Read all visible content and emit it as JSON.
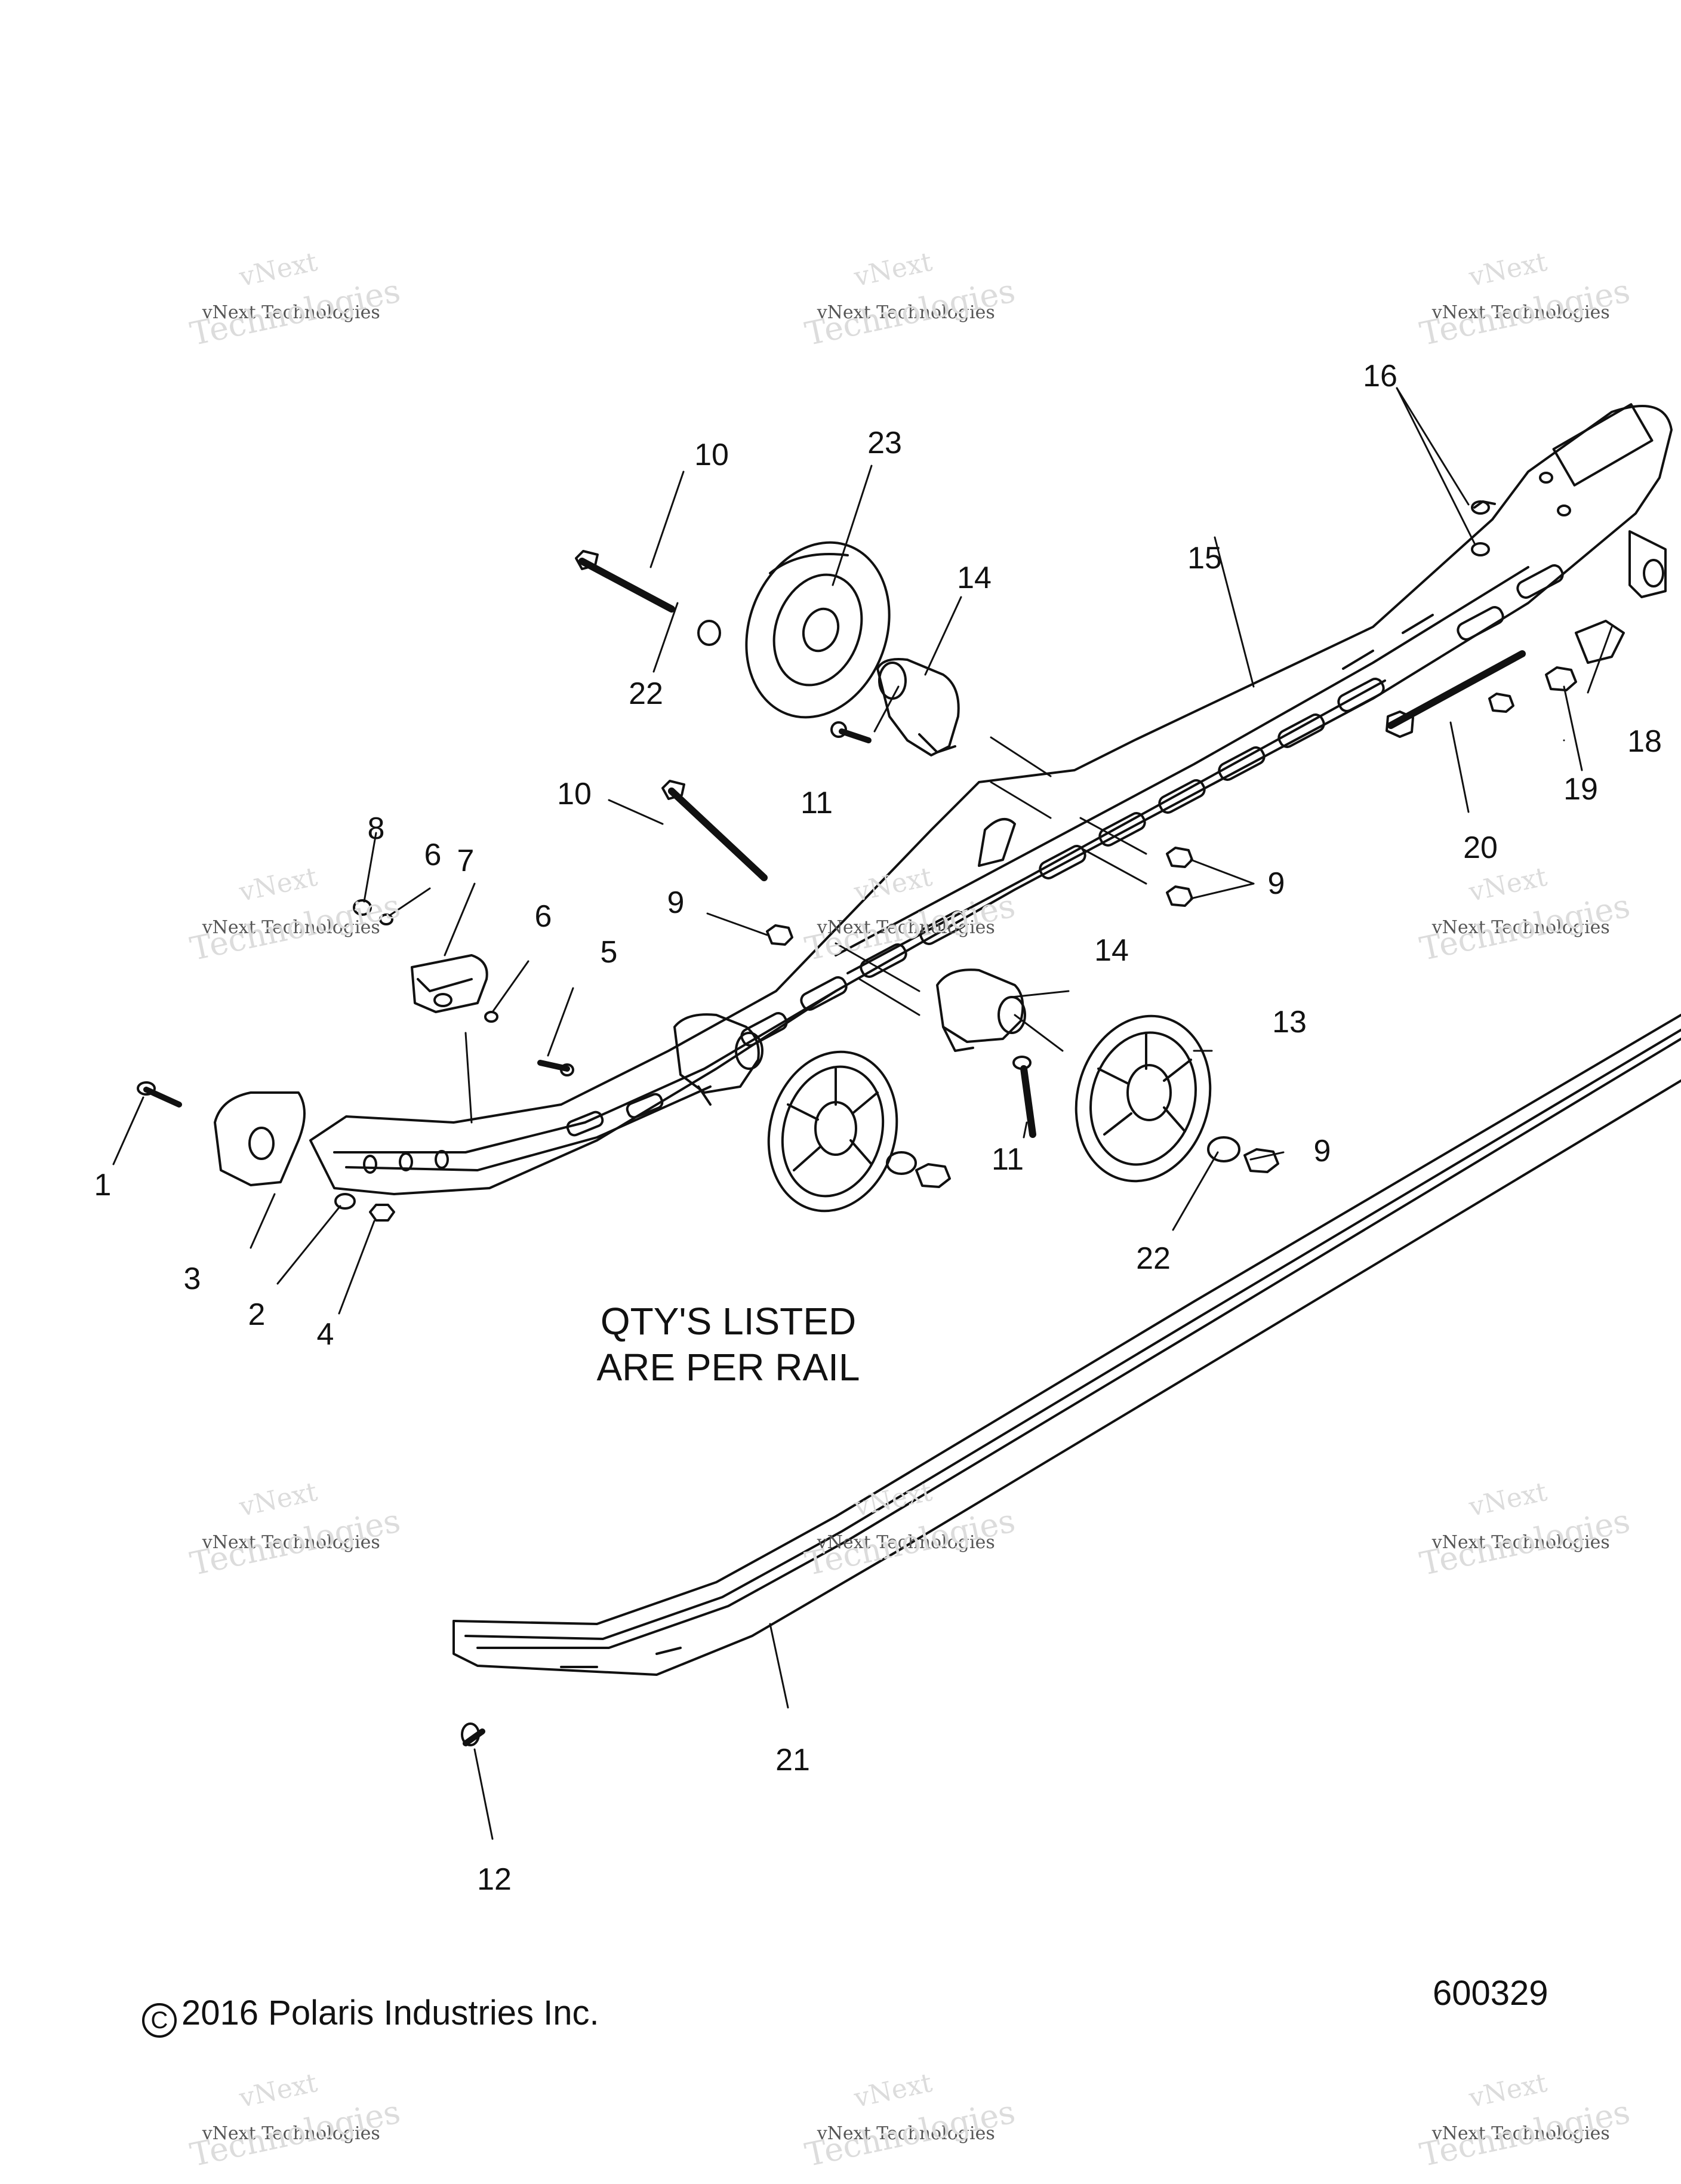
{
  "diagram": {
    "note_lines": [
      "QTY'S LISTED",
      "ARE PER RAIL"
    ],
    "copyright": "2016 Polaris Industries Inc.",
    "copyright_symbol": "C",
    "figure_number": "600329",
    "watermark": {
      "line1": "vNext",
      "line2": "vNext Technologies",
      "line3": "Technologies"
    },
    "callouts": [
      {
        "label": "1"
      },
      {
        "label": "2"
      },
      {
        "label": "3"
      },
      {
        "label": "4"
      },
      {
        "label": "5"
      },
      {
        "label": "6"
      },
      {
        "label": "6"
      },
      {
        "label": "7"
      },
      {
        "label": "8"
      },
      {
        "label": "9"
      },
      {
        "label": "9"
      },
      {
        "label": "9"
      },
      {
        "label": "10"
      },
      {
        "label": "10"
      },
      {
        "label": "11"
      },
      {
        "label": "11"
      },
      {
        "label": "12"
      },
      {
        "label": "13"
      },
      {
        "label": "14"
      },
      {
        "label": "14"
      },
      {
        "label": "15"
      },
      {
        "label": "16"
      },
      {
        "label": "18"
      },
      {
        "label": "19"
      },
      {
        "label": "20"
      },
      {
        "label": "21"
      },
      {
        "label": "22"
      },
      {
        "label": "22"
      },
      {
        "label": "23"
      }
    ]
  }
}
